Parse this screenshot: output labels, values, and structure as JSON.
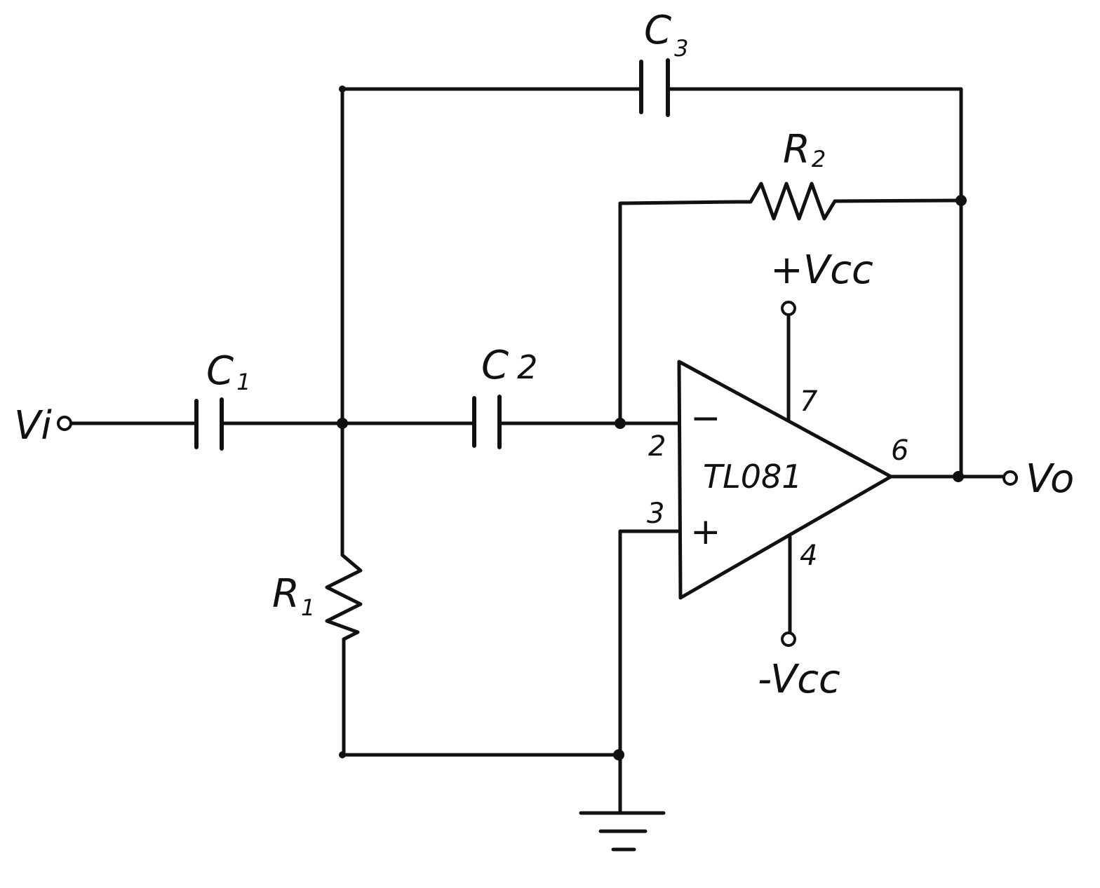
{
  "labels": {
    "vi": "Vi",
    "vo": "Vo",
    "c1_letter": "C",
    "c1_sub": "1",
    "c2_letter": "C",
    "c2_sub": "2",
    "c3_letter": "C",
    "c3_sub": "3",
    "r1_letter": "R",
    "r1_sub": "1",
    "r2_letter": "R",
    "r2_sub": "2",
    "vcc_plus": "+Vcc",
    "vcc_minus": "-Vcc",
    "opamp": "TL081"
  },
  "pins": {
    "inverting": "2",
    "noninverting": "3",
    "output": "6",
    "v_plus": "7",
    "v_minus": "4"
  },
  "signs": {
    "minus": "−",
    "plus": "+"
  }
}
